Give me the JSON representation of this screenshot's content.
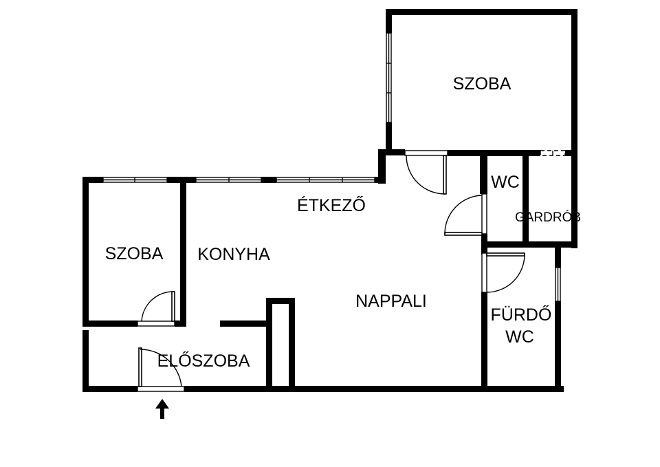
{
  "rooms": {
    "szoba_big": "SZOBA",
    "szoba_small": "SZOBA",
    "konyha": "KONYHA",
    "etkezo": "ÉTKEZŐ",
    "nappali": "NAPPALI",
    "wc": "WC",
    "gardrob": "GARDRÓB",
    "furdo_line1": "FÜRDŐ",
    "furdo_line2": "WC",
    "eloszoba": "ELŐSZOBA"
  },
  "colors": {
    "wall": "#000000",
    "background": "#ffffff"
  },
  "icons": {
    "entrance": "arrow-up-icon"
  }
}
